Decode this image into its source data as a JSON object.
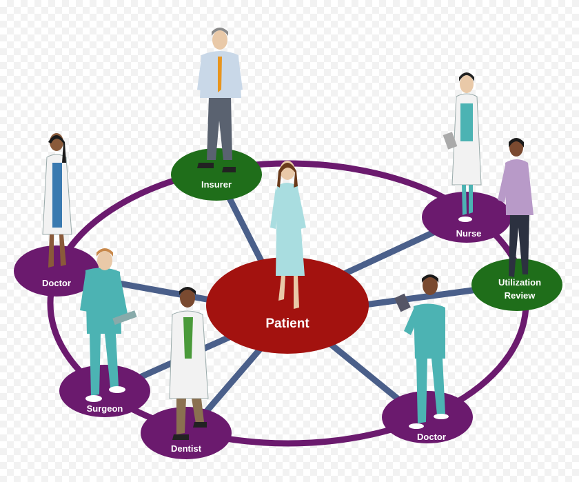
{
  "colors": {
    "ring": "#6b1a6e",
    "spoke": "#4a5f8a",
    "patient": "#a3120f",
    "purple_node": "#6b1a6e",
    "green_node": "#1f6e1a",
    "label": "#ffffff"
  },
  "nodes": {
    "patient": "Patient",
    "insurer": "Insurer",
    "nurse": "Nurse",
    "utilization_review_line1": "Utilization",
    "utilization_review_line2": "Review",
    "doctor_left": "Doctor",
    "surgeon": "Surgeon",
    "dentist": "Dentist",
    "doctor_right": "Doctor"
  }
}
